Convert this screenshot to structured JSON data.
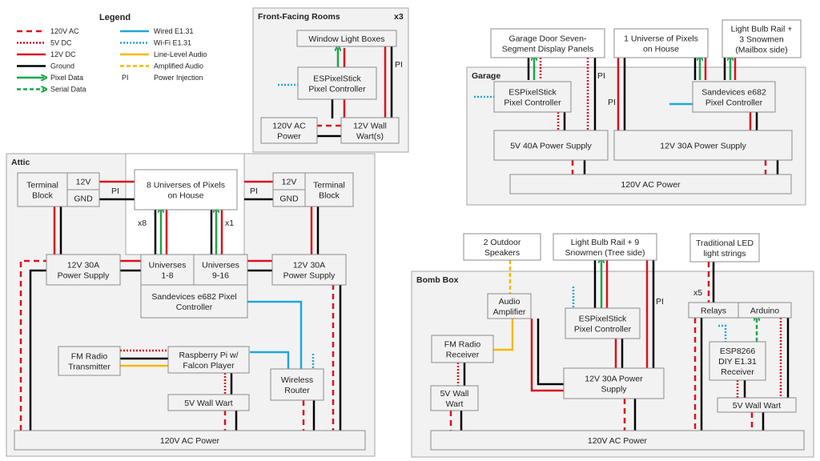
{
  "legend": {
    "title": "Legend",
    "items": [
      {
        "label": "120V AC",
        "style": "dash-red"
      },
      {
        "label": "5V DC",
        "style": "dot-red"
      },
      {
        "label": "12V DC",
        "style": "solid-red"
      },
      {
        "label": "Ground",
        "style": "solid-black"
      },
      {
        "label": "Pixel Data",
        "style": "arrow-green"
      },
      {
        "label": "Serial Data",
        "style": "dash-arrow-green"
      },
      {
        "label": "Wired E1.31",
        "style": "solid-blue"
      },
      {
        "label": "Wi-Fi E1.31",
        "style": "dot-blue"
      },
      {
        "label": "Line-Level Audio",
        "style": "solid-yellow"
      },
      {
        "label": "Amplified Audio",
        "style": "dash-yellow"
      },
      {
        "label": "Power Injection",
        "symbol": "PI"
      }
    ]
  },
  "colors": {
    "ac": "#d9121f",
    "dc": "#d9121f",
    "ground": "#000000",
    "pixel_data": "#1aa64a",
    "wired": "#1ea7dc",
    "wifi": "#1ea7dc",
    "audio": "#f5b800",
    "group_fill": "#f2f2f2",
    "group_border": "#a6a6a6",
    "box_fill": "#f2f2f2",
    "box_border": "#8c8c8c"
  },
  "groups": {
    "front": {
      "title": "Front-Facing Rooms",
      "multiplier": "x3"
    },
    "attic": {
      "title": "Attic"
    },
    "garage": {
      "title": "Garage"
    },
    "bomb": {
      "title": "Bomb Box"
    }
  },
  "boxes": {
    "window_light_boxes": [
      "Window Light Boxes"
    ],
    "front_espixelstick": [
      "ESPixelStick",
      "Pixel Controller"
    ],
    "front_ac_power": [
      "120V AC",
      "Power"
    ],
    "front_wall_wart": [
      "12V Wall",
      "Wart(s)"
    ],
    "attic_tb_left": [
      "Terminal",
      "Block"
    ],
    "attic_tb_left_12v": [
      "12V"
    ],
    "attic_tb_left_gnd": [
      "GND"
    ],
    "attic_pixels_house": [
      "8 Universes of Pixels",
      "on House"
    ],
    "attic_tb_right_12v": [
      "12V"
    ],
    "attic_tb_right_gnd": [
      "GND"
    ],
    "attic_tb_right": [
      "Terminal",
      "Block"
    ],
    "attic_ps_left": [
      "12V 30A",
      "Power Supply"
    ],
    "attic_universes_1_8": [
      "Universes",
      "1-8"
    ],
    "attic_universes_9_16": [
      "Universes",
      "9-16"
    ],
    "attic_ps_right": [
      "12V 30A",
      "Power Supply"
    ],
    "attic_e682": [
      "Sandevices e682 Pixel",
      "Controller"
    ],
    "attic_fm_tx": [
      "FM Radio",
      "Transmitter"
    ],
    "attic_rpi": [
      "Raspberry Pi w/",
      "Falcon Player"
    ],
    "attic_router": [
      "Wireless",
      "Router"
    ],
    "attic_5v_wart": [
      "5V Wall Wart"
    ],
    "attic_ac_power": [
      "120V AC Power"
    ],
    "garage_door_panels": [
      "Garage Door Seven-",
      "Segment Display Panels"
    ],
    "garage_1_universe": [
      "1 Universe of Pixels",
      "on House"
    ],
    "garage_rail_snowmen": [
      "Light Bulb Rail +",
      "3 Snowmen",
      "(Mailbox side)"
    ],
    "garage_espixelstick": [
      "ESPixelStick",
      "Pixel Controller"
    ],
    "garage_e682": [
      "Sandevices e682",
      "Pixel Controller"
    ],
    "garage_5v_ps": [
      "5V 40A Power Supply"
    ],
    "garage_12v_ps": [
      "12V 30A Power Supply"
    ],
    "garage_ac_power": [
      "120V AC Power"
    ],
    "bomb_speakers": [
      "2 Outdoor",
      "Speakers"
    ],
    "bomb_rail_snowmen": [
      "Light Bulb Rail + 9",
      "Snowmen (Tree side)"
    ],
    "bomb_led_strings": [
      "Traditional LED",
      "light strings"
    ],
    "bomb_amplifier": [
      "Audio",
      "Amplifier"
    ],
    "bomb_espixelstick": [
      "ESPixelStick",
      "Pixel Controller"
    ],
    "bomb_relays": [
      "Relays"
    ],
    "bomb_arduino": [
      "Arduino"
    ],
    "bomb_fm_rx": [
      "FM Radio",
      "Receiver"
    ],
    "bomb_esp8266": [
      "ESP8266",
      "DIY E1.31",
      "Receiver"
    ],
    "bomb_5v_wart_left": [
      "5V Wall",
      "Wart"
    ],
    "bomb_12v_ps": [
      "12V 30A Power",
      "Supply"
    ],
    "bomb_5v_wart_right": [
      "5V Wall Wart"
    ],
    "bomb_ac_power": [
      "120V AC Power"
    ]
  },
  "annotations": {
    "pi": "PI",
    "x8": "x8",
    "x1": "x1",
    "x5": "x5"
  }
}
